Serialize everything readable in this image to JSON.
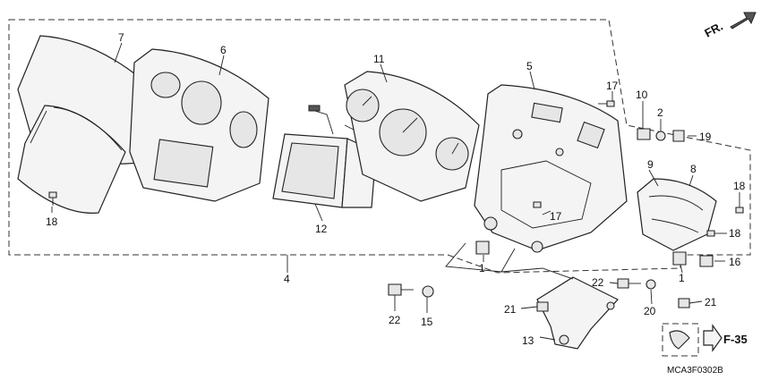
{
  "diagram": {
    "part_labels": [
      "1",
      "1",
      "2",
      "4",
      "5",
      "6",
      "7",
      "8",
      "9",
      "10",
      "11",
      "12",
      "13",
      "15",
      "16",
      "17",
      "17",
      "18",
      "18",
      "18",
      "19",
      "20",
      "21",
      "21",
      "22",
      "22"
    ],
    "direction_label": "FR.",
    "reference_label": "F-35",
    "drawing_code": "MCA3F0302B"
  }
}
